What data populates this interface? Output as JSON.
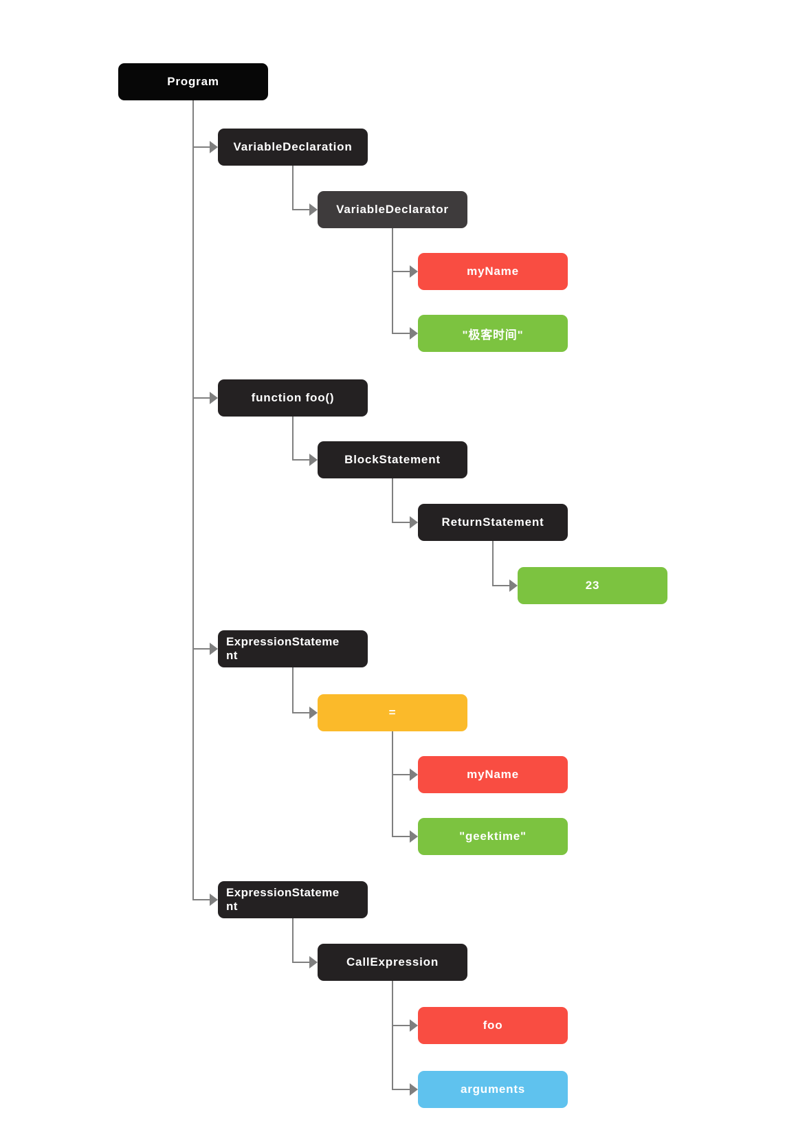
{
  "diagram": {
    "background": "#ffffff",
    "edge_color": "#7f7f7f",
    "text_color": "#ffffff",
    "palette": {
      "black": "#070707",
      "dark": "#242122",
      "gray": "#3e3b3c",
      "red": "#f94d42",
      "green": "#7cc340",
      "orange": "#fbba2a",
      "blue": "#5fc2ee"
    },
    "nodes": [
      {
        "id": "program",
        "label": "Program",
        "color": "black",
        "parent": null,
        "col": 0,
        "row": 0
      },
      {
        "id": "variable-declaration",
        "label": "VariableDeclaration",
        "color": "dark",
        "parent": "program",
        "col": 1,
        "row": 1
      },
      {
        "id": "variable-declarator",
        "label": "VariableDeclarator",
        "color": "gray",
        "parent": "variable-declaration",
        "col": 2,
        "row": 2
      },
      {
        "id": "myname-1",
        "label": "myName",
        "color": "red",
        "parent": "variable-declarator",
        "col": 3,
        "row": 3
      },
      {
        "id": "jike-shijian-literal",
        "label": "\"极客时间\"",
        "color": "green",
        "parent": "variable-declarator",
        "col": 3,
        "row": 4
      },
      {
        "id": "function-foo",
        "label": "function foo()",
        "color": "dark",
        "parent": "program",
        "col": 1,
        "row": 5
      },
      {
        "id": "block-statement",
        "label": "BlockStatement",
        "color": "dark",
        "parent": "function-foo",
        "col": 2,
        "row": 6
      },
      {
        "id": "return-statement",
        "label": "ReturnStatement",
        "color": "dark",
        "parent": "block-statement",
        "col": 3,
        "row": 7
      },
      {
        "id": "literal-23",
        "label": "23",
        "color": "green",
        "parent": "return-statement",
        "col": 4,
        "row": 8
      },
      {
        "id": "expression-statement-1",
        "label": "ExpressionStateme\nnt",
        "color": "dark",
        "parent": "program",
        "col": 1,
        "row": 9,
        "align": "left"
      },
      {
        "id": "assignment-operator",
        "label": "=",
        "color": "orange",
        "parent": "expression-statement-1",
        "col": 2,
        "row": 10
      },
      {
        "id": "myname-2",
        "label": "myName",
        "color": "red",
        "parent": "assignment-operator",
        "col": 3,
        "row": 11
      },
      {
        "id": "geektime-literal",
        "label": "\"geektime\"",
        "color": "green",
        "parent": "assignment-operator",
        "col": 3,
        "row": 12
      },
      {
        "id": "expression-statement-2",
        "label": "ExpressionStateme\nnt",
        "color": "dark",
        "parent": "program",
        "col": 1,
        "row": 13,
        "align": "left"
      },
      {
        "id": "call-expression",
        "label": "CallExpression",
        "color": "dark",
        "parent": "expression-statement-2",
        "col": 2,
        "row": 14
      },
      {
        "id": "foo",
        "label": "foo",
        "color": "red",
        "parent": "call-expression",
        "col": 3,
        "row": 15
      },
      {
        "id": "arguments",
        "label": "arguments",
        "color": "blue",
        "parent": "call-expression",
        "col": 3,
        "row": 16
      }
    ]
  }
}
